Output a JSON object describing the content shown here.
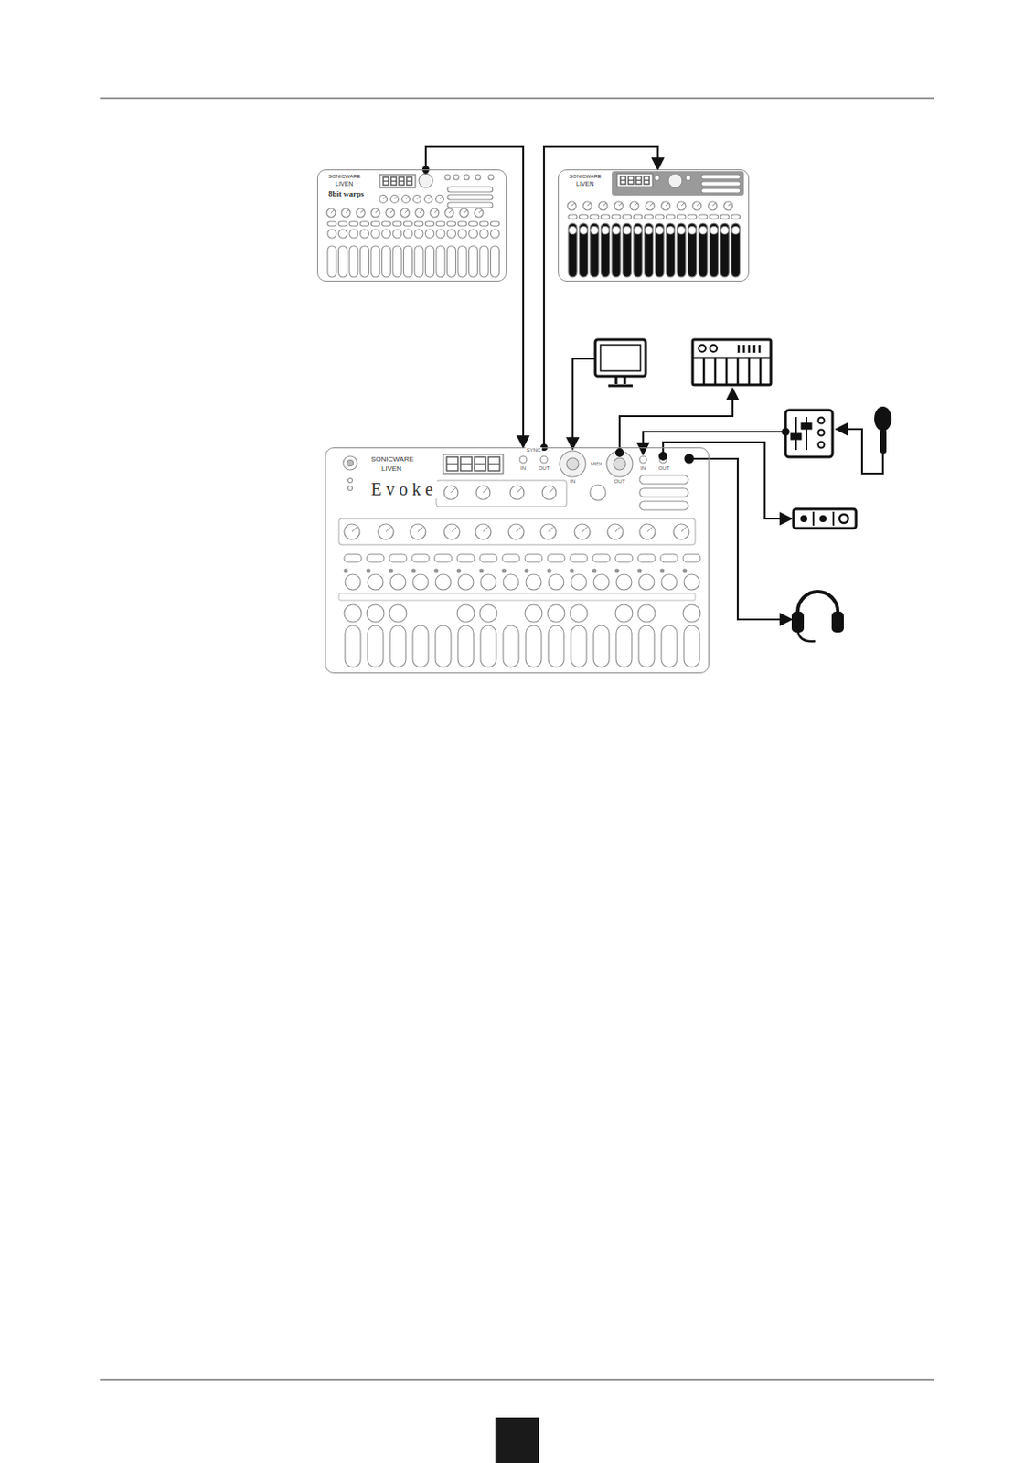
{
  "diagram": {
    "nodes": [
      {
        "text": [
          "SONICWARE",
          "LIVEN",
          "8bit warps"
        ]
      },
      {
        "text": [
          "SONICWARE",
          "LIVEN"
        ]
      },
      {
        "text": [
          "SONICWARE",
          "LIVEN",
          "Evoke"
        ]
      }
    ],
    "edges": [
      {
        "from": 0,
        "to": 2,
        "arrow": "to"
      },
      {
        "from": 2,
        "to": 1,
        "arrow": "to"
      }
    ],
    "labels": [
      "SYNC",
      "IN",
      "OUT",
      "MIDI",
      "IN",
      "OUT",
      "IN",
      "OUT"
    ]
  }
}
